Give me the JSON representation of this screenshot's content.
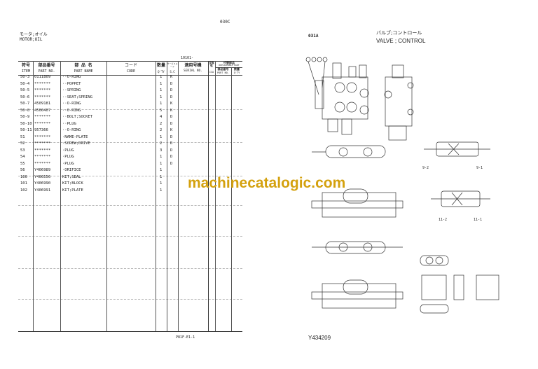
{
  "left_page": {
    "page_code": "030C",
    "title_jp": "モータ;オイル",
    "title_en": "MOTOR;OIL",
    "serial_range": "10101-",
    "headers": {
      "item_jp": "符号",
      "item_en": "ITEM",
      "part_no_jp": "部品番号",
      "part_no_en": "PART NO.",
      "part_name_jp": "部 品 名",
      "part_name_en": "PART NAME",
      "code_jp": "コード",
      "code_en": "CODE",
      "qty_jp": "数量",
      "qty_en": "Q'TY",
      "sc_jp": "サービスコード",
      "sc_en": "S.C",
      "serial_jp": "適用号機",
      "serial_en": "SERIAL NO.",
      "ica_jp": "互換性",
      "ica_en": "ICA",
      "replaceable_jp": "代替部品",
      "replaceable_en": "REPLACEABLE PART",
      "rep_part_no_jp": "部品番号",
      "rep_part_no_en": "PART NO.",
      "rep_qty_jp": "数量",
      "rep_qty_en": "Q'TY"
    },
    "rows": [
      {
        "item": "50-3",
        "part_no": "0111809",
        "name": "··O-RING",
        "qty": "1",
        "sc": "K"
      },
      {
        "item": "50-4",
        "part_no": "*******",
        "name": "··POPPET",
        "qty": "1",
        "sc": "D"
      },
      {
        "item": "50-5",
        "part_no": "*******",
        "name": "··SPRING",
        "qty": "1",
        "sc": "D"
      },
      {
        "item": "50-6",
        "part_no": "*******",
        "name": "··SEAT;SPRING",
        "qty": "1",
        "sc": "D"
      },
      {
        "item": "50-7",
        "part_no": "4509181",
        "name": "··O-RING",
        "qty": "1",
        "sc": "K"
      },
      {
        "item": "50-8",
        "part_no": "4506407",
        "name": "··O-RING",
        "qty": "5",
        "sc": "K"
      },
      {
        "item": "50-9",
        "part_no": "*******",
        "name": "··BOLT;SOCKET",
        "qty": "4",
        "sc": "D"
      },
      {
        "item": "50-10",
        "part_no": "*******",
        "name": "··PLUG",
        "qty": "2",
        "sc": "D"
      },
      {
        "item": "50-11",
        "part_no": "957366",
        "name": "··O-RING",
        "qty": "2",
        "sc": "K"
      },
      {
        "item": "51",
        "part_no": "*******",
        "name": "·NAME-PLATE",
        "qty": "1",
        "sc": "D"
      },
      {
        "item": "52",
        "part_no": "*******",
        "name": "·SCREW;DRIVE",
        "qty": "2",
        "sc": "D"
      },
      {
        "item": "53",
        "part_no": "*******",
        "name": "·PLUG",
        "qty": "3",
        "sc": "D"
      },
      {
        "item": "54",
        "part_no": "*******",
        "name": "·PLUG",
        "qty": "1",
        "sc": "D"
      },
      {
        "item": "55",
        "part_no": "*******",
        "name": "·PLUG",
        "qty": "1",
        "sc": "D"
      },
      {
        "item": "56",
        "part_no": "Y406989",
        "name": "·ORIFICE",
        "qty": "1",
        "sc": ""
      },
      {
        "item": "100",
        "part_no": "Y406556",
        "name": "KIT;SEAL",
        "qty": "1",
        "sc": ""
      },
      {
        "item": "101",
        "part_no": "Y406990",
        "name": "KIT;BLOCK",
        "qty": "1",
        "sc": ""
      },
      {
        "item": "102",
        "part_no": "Y406991",
        "name": "KIT;PLATE",
        "qty": "1",
        "sc": ""
      }
    ],
    "footer_code": "P81F-E1-1"
  },
  "right_page": {
    "page_code": "031A",
    "title_jp": "バルブ;コントロール",
    "title_en": "VALVE ; CONTROL",
    "callouts": [
      "9-2",
      "9-1",
      "11-2",
      "11-1"
    ],
    "drawing_no": "Y434209"
  },
  "watermark": "machinecatalogic.com",
  "colors": {
    "watermark": "#d4a10e",
    "ink": "#222222"
  }
}
